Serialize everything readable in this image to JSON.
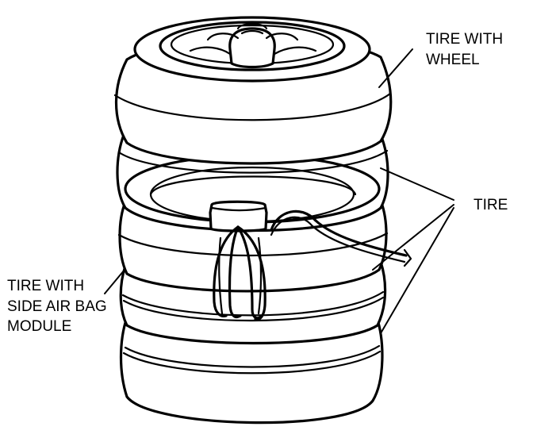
{
  "labels": {
    "tire_with_wheel": [
      "TIRE WITH",
      "WHEEL"
    ],
    "tire": "TIRE",
    "tire_with_side_air_bag_module": [
      "TIRE WITH",
      "SIDE AIR BAG",
      "MODULE"
    ]
  }
}
